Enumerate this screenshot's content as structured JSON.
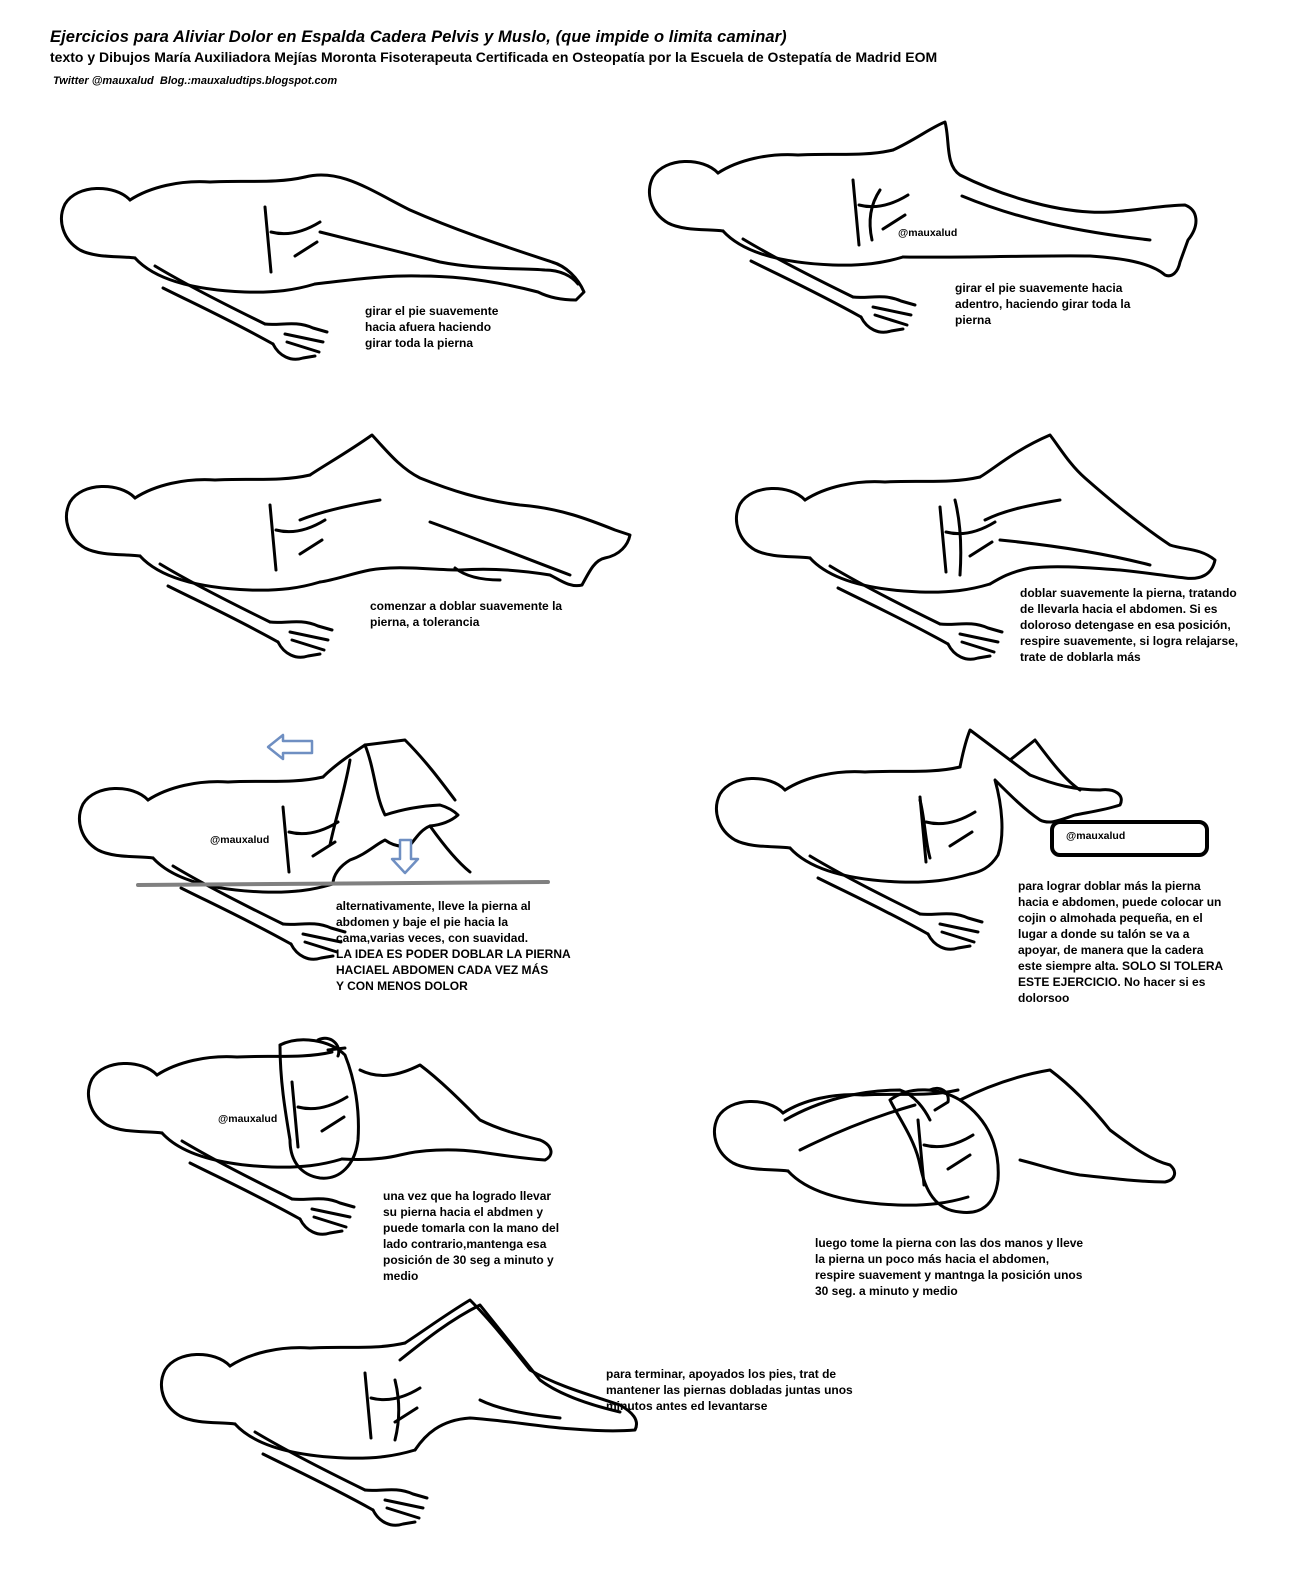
{
  "header": {
    "title": "Ejercicios para Aliviar Dolor en Espalda Cadera Pelvis y Muslo, (que impide o limita caminar)",
    "author_line": "texto y Dibujos María Auxiliadora Mejías Moronta Fisoterapeuta Certificada en Osteopatía por la Escuela de Ostepatía de Madrid EOM",
    "contact_line": "Twitter @mauxalud  Blog.:mauxaludtips.blogspot.com"
  },
  "watermark": "@mauxalud",
  "exercises": [
    {
      "caption": "girar el pie suavemente\nhacia afuera haciendo\ngirar toda la pierna"
    },
    {
      "caption": "girar el pie suavemente hacia\nadentro, haciendo girar toda la\npierna"
    },
    {
      "caption": "comenzar a doblar suavemente la\npierna, a tolerancia"
    },
    {
      "caption": "doblar suavemente la pierna, tratando\nde llevarla hacia el abdomen. Si es\ndoloroso detengase en esa posición,\nrespire suavemente, si logra relajarse,\ntrate de doblarla más"
    },
    {
      "caption": "alternativamente, lleve la pierna al\nabdomen y baje el pie hacia la\ncama,varias veces, con suavidad.\nLA IDEA ES PODER DOBLAR LA PIERNA\nHACIAEL ABDOMEN CADA VEZ MÁS\nY CON MENOS DOLOR"
    },
    {
      "caption": "para lograr doblar más la pierna\nhacia e abdomen, puede colocar un\ncojin o almohada pequeña, en el\nlugar a donde su talón se va a\napoyar, de manera que la cadera\neste siempre alta. SOLO SI TOLERA\nESTE EJERCICIO. No hacer si es\ndolorsoo"
    },
    {
      "caption": "una vez que ha logrado llevar\nsu pierna hacia el abdmen y\npuede tomarla con la mano del\nlado contrario,mantenga esa\nposición de 30 seg a minuto y\nmedio"
    },
    {
      "caption": "luego tome la pierna con las dos manos y lleve\nla pierna un poco más hacia el abdomen,\nrespire suavement y mantnga la posición unos\n30 seg. a minuto y medio"
    },
    {
      "caption": "para terminar, apoyados los pies, trat de\nmantener las piernas dobladas juntas unos\nminutos antes ed levantarse"
    }
  ],
  "colors": {
    "ink": "#000000",
    "arrow": "#6f8fc2",
    "bed_line": "#808080"
  }
}
